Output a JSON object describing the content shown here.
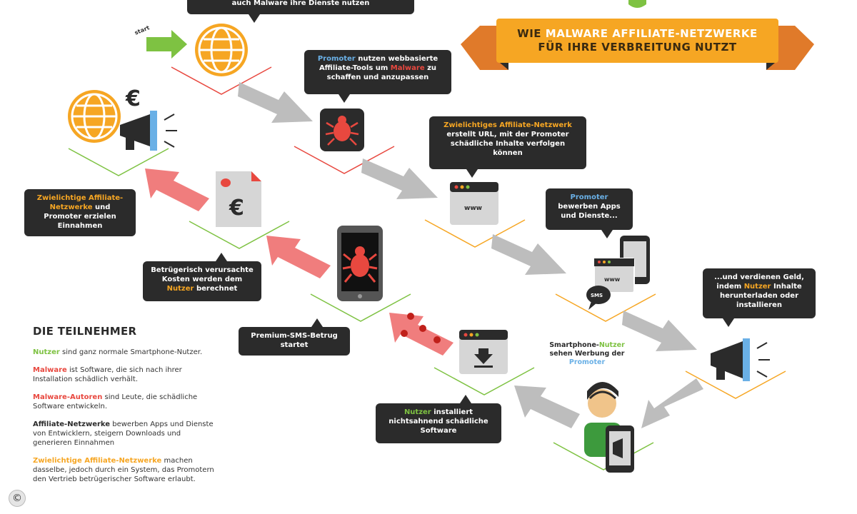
{
  "banner": {
    "line1_pre": "WIE ",
    "line1_hl": "MALWARE AFFILIATE-NETZWERKE",
    "line2": "FÜR IHRE VERBREITUNG NUTZT"
  },
  "start_label": "start",
  "bubbles": {
    "top": {
      "text": "auch Malware ihre Dienste nutzen"
    },
    "promoter_tools": {
      "pre": "",
      "hl1": "Promoter",
      "mid1": " nutzen webbasierte Affiliate-Tools um ",
      "hl2": "Malware",
      "post": " zu schaffen und anzupassen"
    },
    "network_url": {
      "hl": "Zwielichtiges Affiliate-Netzwerk",
      "text": " erstellt URL, mit der Promoter schädliche Inhalte verfolgen können"
    },
    "promoter_apps": {
      "hl": "Promoter",
      "text": " bewerben Apps und Dienste..."
    },
    "earn_money": {
      "pre": "...und verdienen Geld, indem ",
      "hl": "Nutzer",
      "post": " Inhalte herunterladen oder installieren"
    },
    "revenue": {
      "hl": "Zwielichtige Affiliate-Netzwerke",
      "text": " und Promoter erzielen Einnahmen"
    },
    "costs": {
      "pre": "Betrügerisch verursachte Kosten werden dem ",
      "hl": "Nutzer",
      "post": " berechnet"
    },
    "sms_fraud": {
      "text": "Premium-SMS-Betrug startet"
    },
    "install": {
      "hl": "Nutzer",
      "text": " installiert nichtsahnend schädliche Software"
    }
  },
  "user_sees": {
    "pre": "Smartphone-",
    "hl": "Nutzer",
    "mid": " sehen Werbung der ",
    "hl2": "Promoter"
  },
  "icons": {
    "browser_url": "www",
    "sms": "SMS",
    "euro": "€"
  },
  "legend": {
    "title": "DIE TEILNEHMER",
    "entries": [
      {
        "term": "Nutzer",
        "desc": " sind ganz normale Smartphone-Nutzer.",
        "color": "#7ec242"
      },
      {
        "term": "Malware",
        "desc": " ist Software, die sich nach ihrer Installation schädlich verhält.",
        "color": "#e8483f"
      },
      {
        "term": "Malware-Autoren",
        "desc": " sind Leute, die schädliche Software entwickeln.",
        "color": "#e8483f"
      },
      {
        "term": "Affiliate-Netzwerke",
        "desc": " bewerben Apps und Dienste von Entwicklern, steigern Downloads und generieren Einnahmen",
        "color": "#2b2b2b"
      },
      {
        "term": "Zwielichtige Affiliate-Netzwerke",
        "desc": " machen dasselbe, jedoch durch ein System, das Promotern den Vertrieb betrügerischer Software erlaubt.",
        "color": "#f6a623"
      }
    ]
  },
  "copyright_symbol": "©",
  "colors": {
    "orange": "#f6a623",
    "dark": "#2b2b2b",
    "red": "#e8483f",
    "green": "#7ec242",
    "blue": "#6ab0e6",
    "grey_arrow": "#bdbdbd",
    "pink_arrow": "#f07d7d"
  }
}
